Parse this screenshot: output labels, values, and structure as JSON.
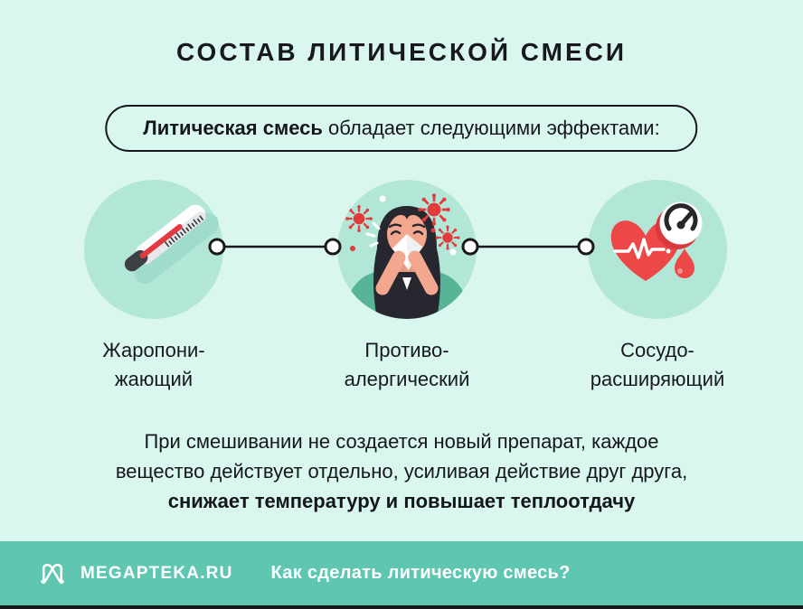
{
  "title": "СОСТАВ ЛИТИЧЕСКОЙ СМЕСИ",
  "banner": {
    "bold_text": "Литическая смесь",
    "regular_text": " обладает следующими эффектами:"
  },
  "effects": {
    "items": [
      {
        "icon": "thermometer-icon",
        "line1": "Жаропони-",
        "line2": "жающий"
      },
      {
        "icon": "sneezing-woman-icon",
        "line1": "Противо-",
        "line2": "алергический"
      },
      {
        "icon": "heart-pressure-icon",
        "line1": "Сосудо-",
        "line2": "расширяющий"
      }
    ]
  },
  "description": {
    "line1": "При смешивании не создается новый препарат, каждое",
    "line2": "вещество действует отдельно, усиливая действие друг друга,",
    "line3_bold": "снижает температуру и повышает теплоотдачу"
  },
  "footer": {
    "brand": "MEGAPTEKA.RU",
    "question": "Как сделать литическую смесь?"
  },
  "colors": {
    "background": "#d9f7ee",
    "circle_mint": "#b2e6d7",
    "circle_shadow_mint": "#9fdccb",
    "footer_teal": "#5fc7b1",
    "accent_red": "#e8434a",
    "dark_text": "#15171b",
    "white": "#ffffff"
  }
}
